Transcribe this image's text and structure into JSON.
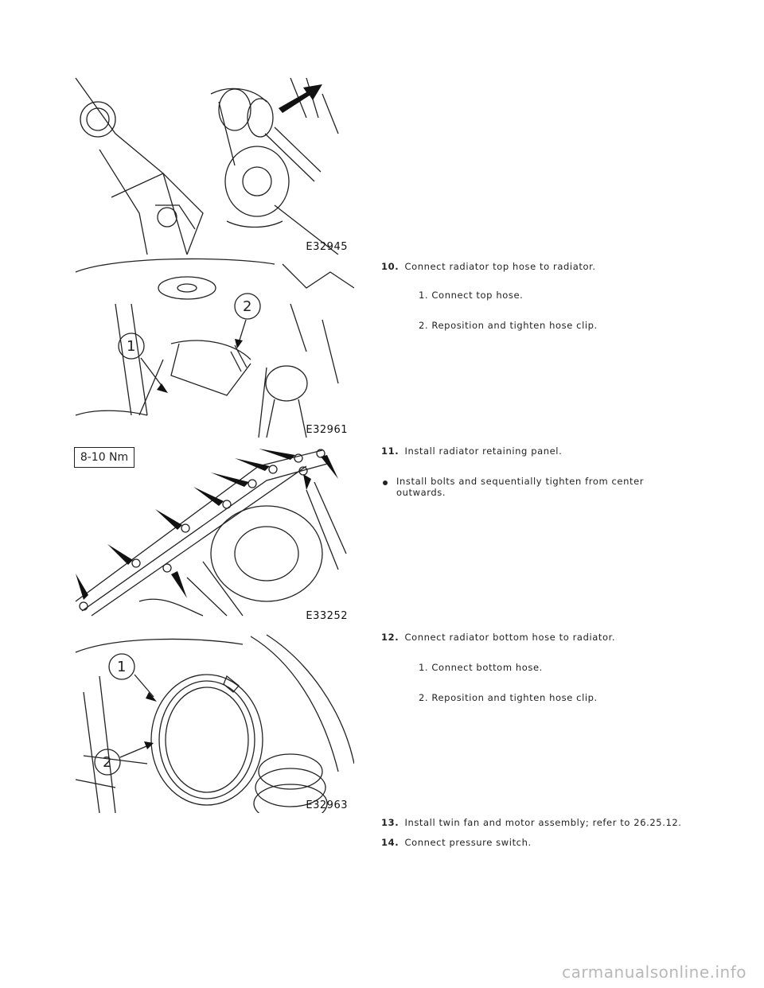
{
  "figures": [
    {
      "code": "E32945"
    },
    {
      "code": "E32961"
    },
    {
      "code": "E33252",
      "torque_label": "8-10 Nm"
    },
    {
      "code": "E32963"
    }
  ],
  "steps": [
    {
      "num": "10.",
      "text": "Connect radiator top hose to radiator.",
      "subs": [
        "1. Connect top hose.",
        "2. Reposition and tighten hose clip."
      ]
    },
    {
      "num": "11.",
      "text": "Install radiator retaining panel.",
      "bullet": "Install bolts and sequentially tighten from center outwards."
    },
    {
      "num": "12.",
      "text": "Connect radiator bottom hose to radiator.",
      "subs": [
        "1. Connect bottom hose.",
        "2. Reposition and tighten hose clip."
      ]
    },
    {
      "num": "13.",
      "text": "Install twin fan and motor assembly; refer to 26.25.12."
    },
    {
      "num": "14.",
      "text": "Connect pressure switch."
    }
  ],
  "watermark": "carmanualsonline.info"
}
